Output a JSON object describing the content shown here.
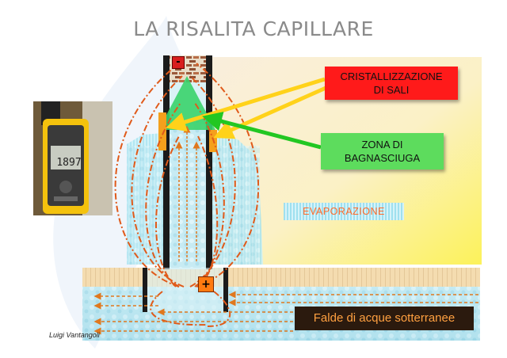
{
  "title": "LA RISALITA CAPILLARE",
  "labels": {
    "crystallization": [
      "CRISTALLIZZAZIONE",
      "DI SALI"
    ],
    "wet_zone": [
      "ZONA DI",
      "BAGNASCIUGA"
    ],
    "evaporation": "EVAPORAZIONE",
    "groundwater": "Falde di acque sotterranee",
    "author": "Luigi Vantangoli"
  },
  "polarity": {
    "negative": "-",
    "positive": "+"
  },
  "meter_reading": "1897",
  "colors": {
    "title": "#8a8a8a",
    "crystallization_box": "#ff1a1a",
    "wet_zone_box": "#5ddc5d",
    "evaporation_text": "#ff6a2a",
    "groundwater_text": "#ffa040",
    "groundwater_box": "#2b1a0e",
    "arrows_yellow": "#ffd21a",
    "arrows_green": "#22c722",
    "field_lines": "#e05a1a"
  }
}
